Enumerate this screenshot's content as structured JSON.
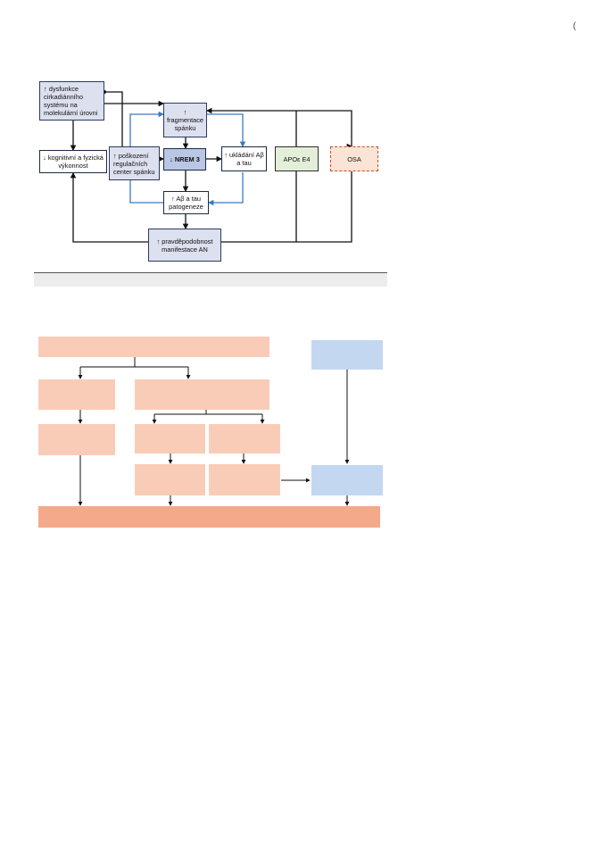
{
  "page": {
    "corner_mark": "("
  },
  "figure1": {
    "nodes": {
      "circadian": "↑ dysfunkce cirkadiánního systému na molekulární úrovni",
      "fragmentation": "↑ fragmentace spánku",
      "cognitive": "↓ kognitivní a fyzická výkonnost",
      "damage": "↑ poškození regulačních center spánku",
      "nrem": "↓ NREM 3",
      "deposition": "↑ ukládání Aβ a tau",
      "apoe": "APOε E4",
      "osa": "OSA",
      "pathogenesis": "↑ Aβ a tau patogeneze",
      "probability": "↑ pravděpodobnost manifestace AN"
    },
    "colors": {
      "lavender": "#dce0ef",
      "nrem": "#b9c6e4",
      "apoe": "#e4efd9",
      "osa": "#fbe3d6",
      "blue_arrow": "#3a7bbf"
    }
  },
  "figure2": {
    "colors": {
      "peach": "#f9ccb7",
      "blue": "#c3d7f1",
      "dark_peach": "#f4a98a"
    }
  }
}
